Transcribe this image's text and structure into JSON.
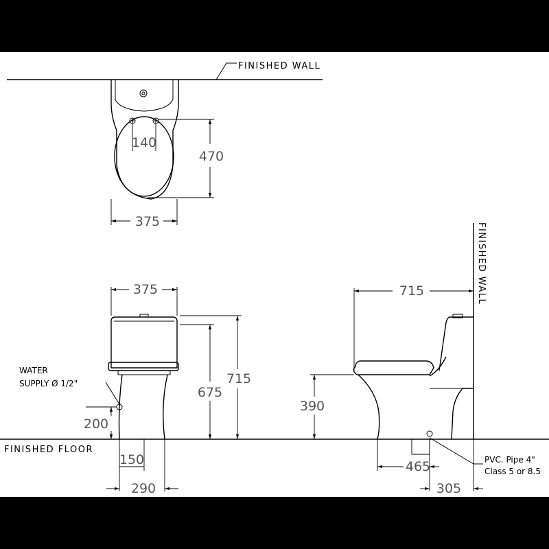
{
  "labels": {
    "finished_wall_top": "FINISHED  WALL",
    "finished_wall_side": "FINISHED  WALL",
    "finished_floor": "FINISHED  FLOOR",
    "water_supply_line1": "WATER",
    "water_supply_line2": "SUPPLY Ø 1/2\"",
    "pvc_line1": "PVC. Pipe 4\"",
    "pvc_line2": "Class 5 or 8.5"
  },
  "dimensions": {
    "top_hole_spacing": "140",
    "top_depth": "470",
    "top_width": "375",
    "front_width": "375",
    "front_height_seat": "675",
    "front_height_total": "715",
    "front_supply_height": "200",
    "front_supply_offset": "150",
    "front_base_width": "290",
    "side_length": "715",
    "side_seat_height": "390",
    "side_base_length": "465",
    "side_rough_in": "305"
  }
}
